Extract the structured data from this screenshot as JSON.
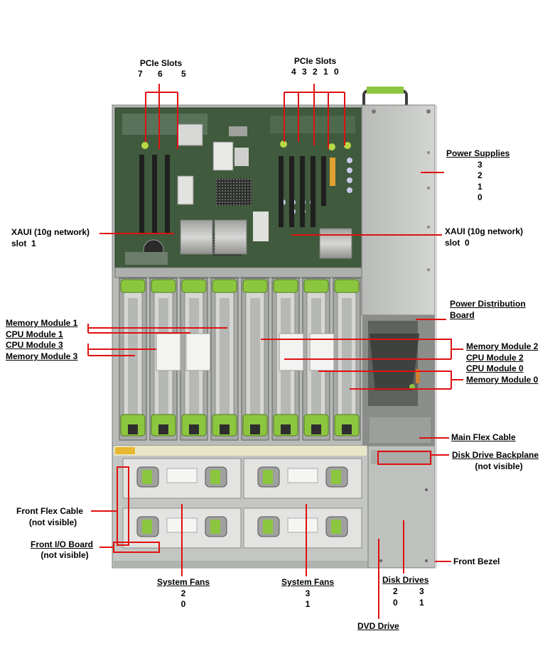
{
  "labels": {
    "pcie_left": {
      "title": "PCIe Slots",
      "slots": [
        "7",
        "6",
        "5"
      ]
    },
    "pcie_right": {
      "title": "PCIe Slots",
      "slots": [
        "4",
        "3",
        "2",
        "1",
        "0"
      ]
    },
    "power_supplies": {
      "title": "Power Supplies",
      "numbers": [
        "3",
        "2",
        "1",
        "0"
      ]
    },
    "xaui_left": {
      "line1": "XAUI (10g network)",
      "line2": "slot  1"
    },
    "xaui_right": {
      "line1": "XAUI (10g network)",
      "line2": "slot  0"
    },
    "power_dist": {
      "line1": "Power Distribution",
      "line2": "Board"
    },
    "left_modules": [
      "Memory Module 1",
      "CPU Module 1",
      "CPU Module 3",
      "Memory Module 3"
    ],
    "right_modules": [
      "Memory Module 2",
      "CPU Module 2",
      "CPU Module 0",
      "Memory Module 0"
    ],
    "main_flex": "Main Flex Cable",
    "disk_backplane": {
      "line1": "Disk Drive Backplane",
      "line2": "(not visible)"
    },
    "front_flex": {
      "line1": "Front Flex Cable",
      "line2": "(not visible)"
    },
    "front_io": {
      "line1": "Front I/O Board",
      "line2": "(not visible)"
    },
    "front_bezel": "Front Bezel",
    "fans_left": {
      "title": "System Fans",
      "numbers": [
        "2",
        "0"
      ]
    },
    "fans_right": {
      "title": "System Fans",
      "numbers": [
        "3",
        "1"
      ]
    },
    "disk_drives": {
      "title": "Disk Drives",
      "row1": [
        "2",
        "3"
      ],
      "row2": [
        "0",
        "1"
      ]
    },
    "dvd_drive": "DVD Drive"
  },
  "colors": {
    "callout": "#e01010",
    "chassis": "#c9cbc8",
    "board": "#3d5a3a",
    "latch": "#8cc63f"
  }
}
